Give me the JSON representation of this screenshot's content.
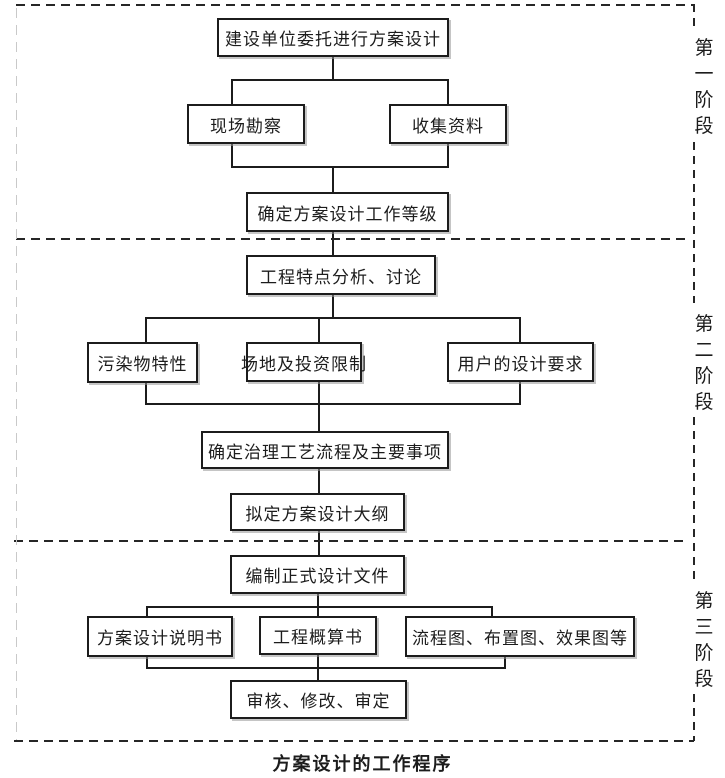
{
  "title_caption": "方案设计的工作程序",
  "stages": {
    "one": "第一阶段",
    "two": "第二阶段",
    "three": "第三阶段"
  },
  "flow": {
    "commission": "建设单位委托进行方案设计",
    "site_survey": "现场勘察",
    "collect_data": "收集资料",
    "work_level": "确定方案设计工作等级",
    "feature_analysis": "工程特点分析、讨论",
    "pollutant_traits": "污染物特性",
    "site_investment": "场地及投资限制",
    "user_requirements": "用户的设计要求",
    "process_main_items": "确定治理工艺流程及主要事项",
    "design_outline": "拟定方案设计大纲",
    "formal_documents": "编制正式设计文件",
    "design_description": "方案设计说明书",
    "cost_estimate": "工程概算书",
    "drawings": "流程图、布置图、效果图等",
    "review": "审核、修改、审定"
  },
  "colors": {
    "line": "#1c1c1c",
    "dashed_line": "#262626",
    "light_dashed_line": "#c9c9c9",
    "background": "#ffffff"
  }
}
